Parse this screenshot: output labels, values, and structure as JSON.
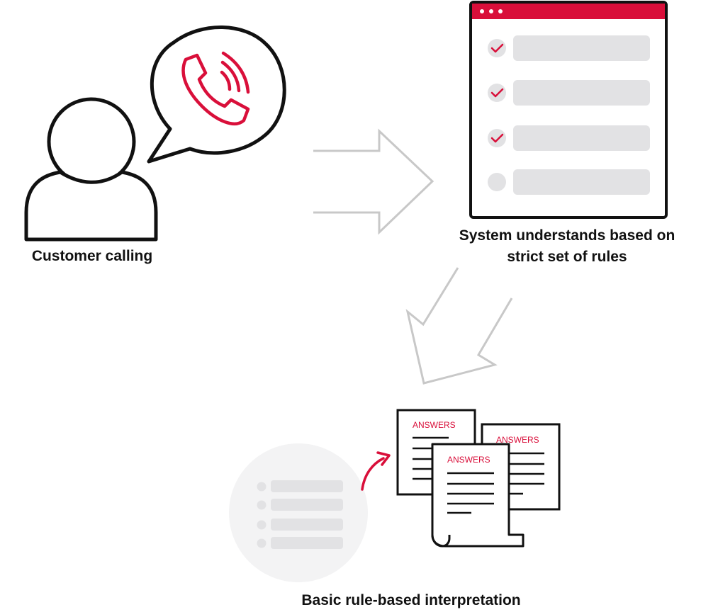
{
  "nodes": {
    "customer": {
      "label": "Customer calling"
    },
    "system": {
      "label": "System understands based on strict set of rules"
    },
    "interpretation": {
      "label": "Basic rule-based interpretation"
    }
  },
  "documents": {
    "answers_label": "ANSWERS"
  },
  "colors": {
    "accent": "#d90f3a",
    "outline": "#111111",
    "arrow": "#c8c8c8",
    "placeholder": "#e2e2e4",
    "faded_circle": "#f3f3f4"
  }
}
